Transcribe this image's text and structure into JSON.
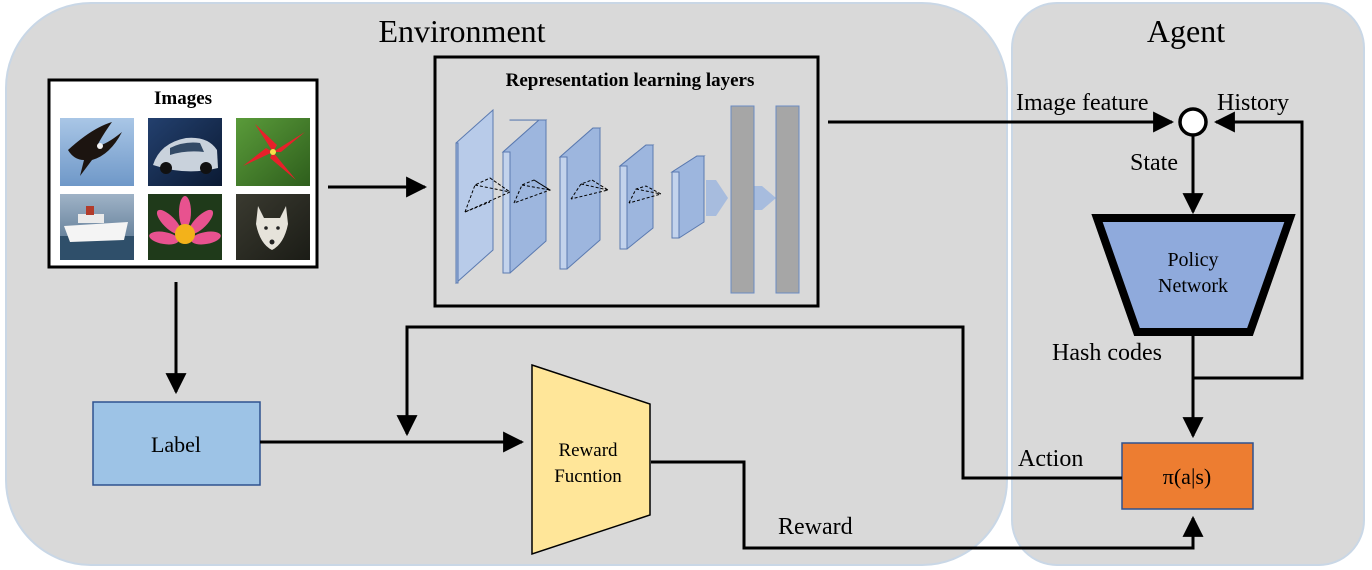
{
  "environment": {
    "title": "Environment"
  },
  "agent": {
    "title": "Agent"
  },
  "images_panel": {
    "title": "Images",
    "thumbnails": [
      "eagle",
      "car",
      "red-flower",
      "ship",
      "pink-flower",
      "wolf"
    ]
  },
  "representation": {
    "title": "Representation learning layers"
  },
  "label_box": {
    "text": "Label"
  },
  "reward_function": {
    "line1": "Reward",
    "line2": "Fucntion"
  },
  "policy_network": {
    "line1": "Policy",
    "line2": "Network"
  },
  "policy_output": {
    "text": "π(a|s)"
  },
  "flow_labels": {
    "image_feature": "Image feature",
    "history": "History",
    "state": "State",
    "hash_codes": "Hash codes",
    "action": "Action",
    "reward": "Reward"
  },
  "colors": {
    "panel_bg": "#d9d9d9",
    "panel_border": "#c9d7e6",
    "layer_fill": "#9db6de",
    "fc_fill": "#a6a6a6",
    "label_fill": "#9dc3e6",
    "reward_fill": "#ffe699",
    "policy_fill": "#8faadc",
    "action_fill": "#ed7d31"
  }
}
